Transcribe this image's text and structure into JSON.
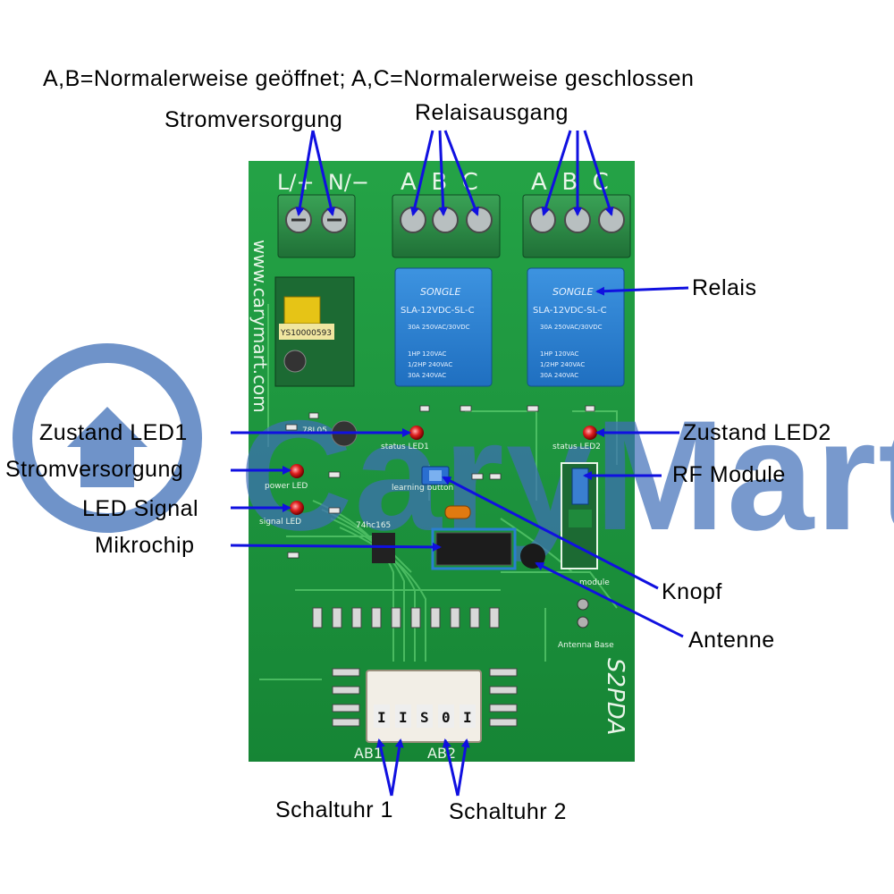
{
  "header": {
    "note": "A,B=Normalerweise geöffnet; A,C=Normalerweise geschlossen",
    "power_supply": "Stromversorgung",
    "relay_output": "Relaisausgang"
  },
  "labels": {
    "relay": "Relais",
    "state_led1": "Zustand LED1",
    "state_led2": "Zustand LED2",
    "power_led": "Stromversorgung",
    "rf_module": "RF Module",
    "signal_led": "LED Signal",
    "microchip": "Mikrochip",
    "button": "Knopf",
    "antenna": "Antenne",
    "timer1": "Schaltuhr 1",
    "timer2": "Schaltuhr 2"
  },
  "board": {
    "model": "S2PDA",
    "website": "www.carymart.com",
    "watermark": "CaryMart",
    "terminal_power": "L/+  N/−",
    "terminal_relay": "A  B  C",
    "relay_brand": "SONGLE",
    "relay_model": "SLA-12VDC-SL-C",
    "relay_spec_1": "30A 250VAC/30VDC",
    "relay_spec_2": "1HP 120VAC",
    "relay_spec_3": "1/2HP 240VAC",
    "relay_spec_4": "30A 240VAC",
    "psu_part": "YS10000593",
    "regulator": "78L05",
    "chip": "74hc165",
    "status_led1_silk": "status LED1",
    "status_led2_silk": "status LED2",
    "power_led_silk": "power LED",
    "signal_led_silk": "signal LED",
    "learning_button_silk": "learning button",
    "module_silk": "module",
    "antenna_base_silk": "Antenna Base",
    "switch_chars": [
      "I",
      "I",
      "S",
      "0",
      "I"
    ],
    "ab1": "AB1",
    "ab2": "AB2"
  },
  "colors": {
    "pcb": "#1f9a3f",
    "arrow": "#1010e0",
    "terminal": "#2e8a46",
    "relay": "#2a7fd0"
  }
}
